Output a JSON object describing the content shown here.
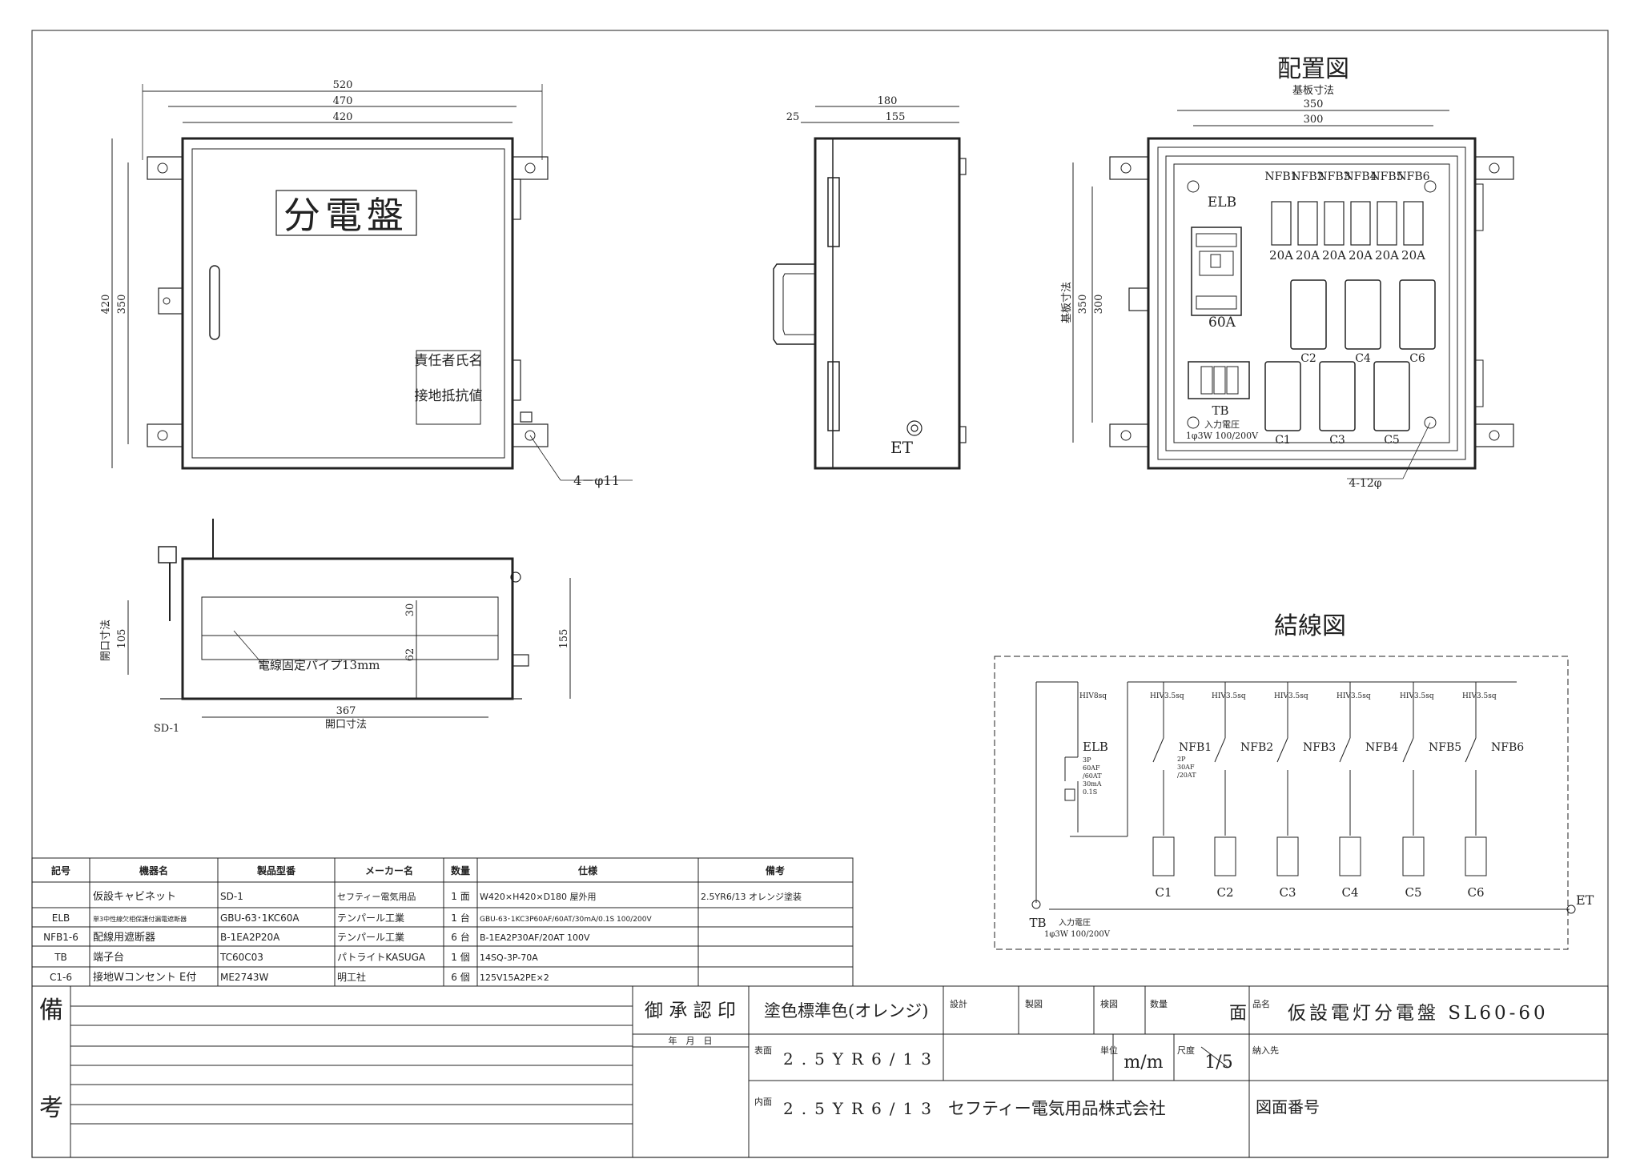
{
  "front_view": {
    "title": "分電盤",
    "dims": {
      "w520": "520",
      "w470": "470",
      "w420": "420",
      "h420": "420",
      "h350": "350"
    },
    "label_responsible": "責任者氏名",
    "label_ground": "接地抵抗値",
    "hole_note": "4－φ11"
  },
  "side_view": {
    "dim180": "180",
    "dim155": "155",
    "dim25": "25",
    "et_label": "ET"
  },
  "bottom_view": {
    "dim_opening_h": "105",
    "label_opening_h": "開口寸法",
    "dim30": "30",
    "dim62": "62",
    "dim155": "155",
    "dim367": "367",
    "label_opening_w": "開口寸法",
    "pipe_note": "電線固定パイプ13mm",
    "sd_label": "SD-1"
  },
  "layout": {
    "title": "配置図",
    "board_dim_label": "基板寸法",
    "dim350": "350",
    "dim300": "300",
    "vert_label": "基板寸法",
    "vdim350": "350",
    "vdim300": "300",
    "elb": "ELB",
    "elb_rating": "60A",
    "nfb_labels": [
      "NFB1",
      "NFB2",
      "NFB3",
      "NFB4",
      "NFB5",
      "NFB6"
    ],
    "nfb_ratings": [
      "20A",
      "20A",
      "20A",
      "20A",
      "20A",
      "20A"
    ],
    "outlets_top": [
      "C2",
      "C4",
      "C6"
    ],
    "outlets_bottom": [
      "C1",
      "C3",
      "C5"
    ],
    "tb": "TB",
    "input_label": "入力電圧",
    "input_spec": "1φ3W 100/200V",
    "hole_note": "4-12φ"
  },
  "wiring": {
    "title": "結線図",
    "main_wire": "HIV8sq",
    "branch_wires": [
      "HIV3.5sq",
      "HIV3.5sq",
      "HIV3.5sq",
      "HIV3.5sq",
      "HIV3.5sq",
      "HIV3.5sq"
    ],
    "elb": "ELB",
    "elb_spec": [
      "3P",
      "60AF",
      "/60AT",
      "30mA",
      "0.1S"
    ],
    "nfb_labels": [
      "NFB1",
      "NFB2",
      "NFB3",
      "NFB4",
      "NFB5",
      "NFB6"
    ],
    "nfb_spec": [
      "2P",
      "30AF",
      "/20AT"
    ],
    "outlets": [
      "C1",
      "C2",
      "C3",
      "C4",
      "C5",
      "C6"
    ],
    "tb": "TB",
    "input_label": "入力電圧",
    "input_spec": "1φ3W 100/200V",
    "et": "ET"
  },
  "parts_table": {
    "headers": [
      "記号",
      "機器名",
      "製品型番",
      "メーカー名",
      "数量",
      "仕様",
      "備考"
    ],
    "rows": [
      [
        "",
        "仮設キャビネット",
        "SD-1",
        "セフティー電気用品",
        "1 面",
        "W420×H420×D180 屋外用",
        "2.5YR6/13 オレンジ塗装"
      ],
      [
        "ELB",
        "単3中性線欠相保護付漏電遮断器",
        "GBU-63･1KC60A",
        "テンパール工業",
        "1 台",
        "GBU-63･1KC3P60AF/60AT/30mA/0.1S 100/200V",
        ""
      ],
      [
        "NFB1-6",
        "配線用遮断器",
        "B-1EA2P20A",
        "テンパール工業",
        "6 台",
        "B-1EA2P30AF/20AT 100V",
        ""
      ],
      [
        "TB",
        "端子台",
        "TC60C03",
        "パトライトKASUGA",
        "1 個",
        "14SQ-3P-70A",
        ""
      ],
      [
        "C1-6",
        "接地Wコンセント E付",
        "ME2743W",
        "明工社",
        "6 個",
        "125V15A2PE×2",
        ""
      ]
    ]
  },
  "title_block": {
    "remarks_top": "備",
    "remarks_bottom": "考",
    "approval": "御 承 認 印",
    "date": "年　月　日",
    "paint_std": "塗色標準色(オレンジ)",
    "design": "設計",
    "drawn": "製図",
    "checked": "検図",
    "qty": "数量",
    "face": "面",
    "product_label": "品名",
    "product_name": "仮設電灯分電盤 SL60-60",
    "surface": "表面",
    "surface_color": "2.5YR6/13",
    "unit_label": "単位",
    "unit": "m/m",
    "scale_label": "尺度",
    "scale": "1/5",
    "delivery": "納入先",
    "inner": "内面",
    "inner_color": "2.5YR6/13",
    "company": "セフティー電気用品株式会社",
    "drawing_no": "図面番号"
  }
}
